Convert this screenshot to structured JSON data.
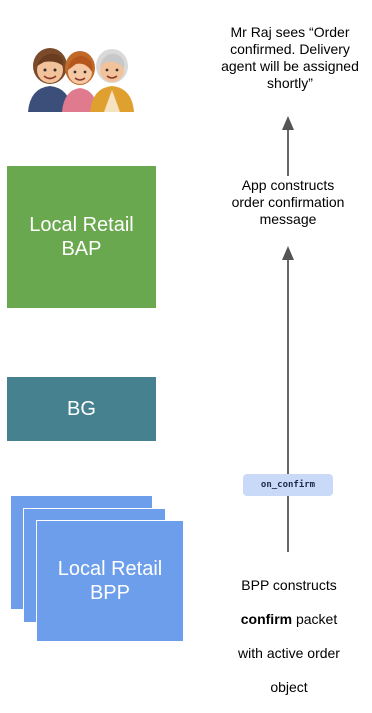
{
  "actors": {
    "user_avatar_icon": "family-avatar-icon"
  },
  "boxes": {
    "bap_label_line1": "Local Retail",
    "bap_label_line2": "BAP",
    "bg_label": "BG",
    "bpp_label_line1": "Local Retail",
    "bpp_label_line2": "BPP"
  },
  "notes": {
    "top": "Mr Raj sees “Order\nconfirmed. Delivery\nagent will be assigned\nshortly”",
    "middle": "App constructs\norder confirmation\nmessage",
    "bottom_prefix": "BPP constructs",
    "bottom_bold": "confirm",
    "bottom_suffix_1": " packet",
    "bottom_suffix_2": "with active order",
    "bottom_suffix_3": "object"
  },
  "message_tag": "on_confirm",
  "colors": {
    "bap": "#6aa84f",
    "bg": "#45818e",
    "bpp": "#6d9eeb",
    "tag_bg": "#c9daf8",
    "arrow": "#555555"
  }
}
